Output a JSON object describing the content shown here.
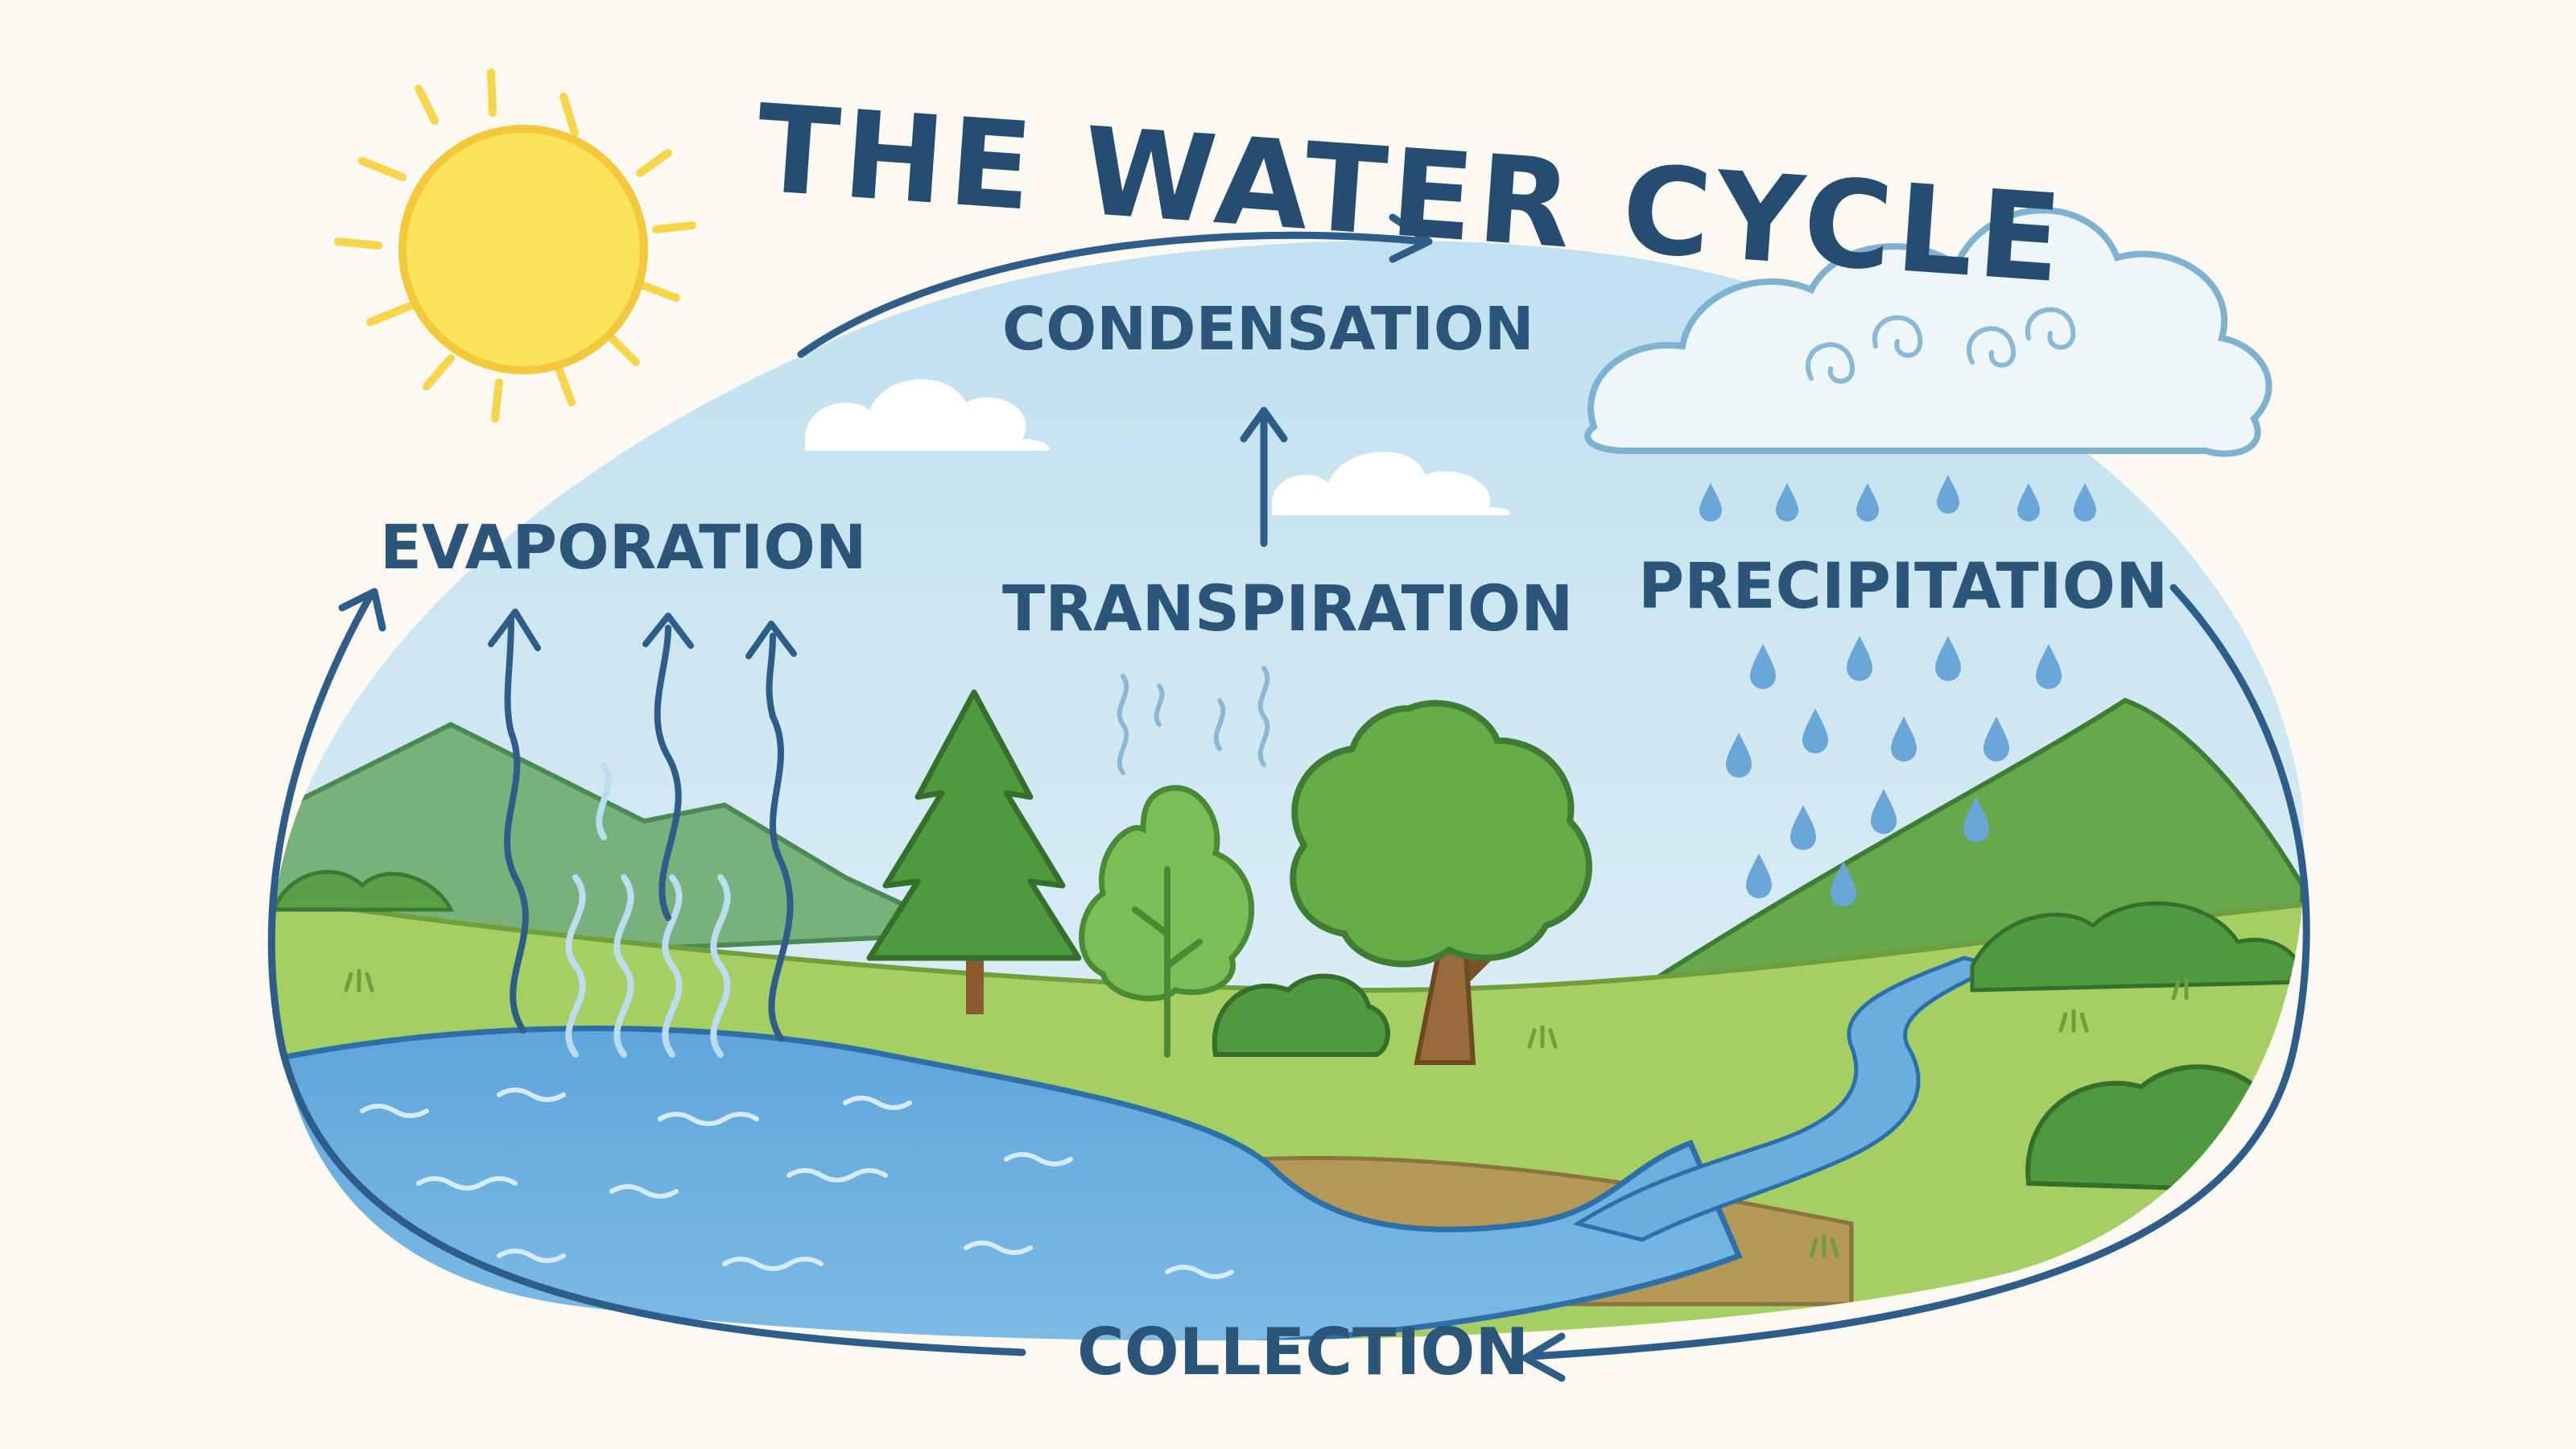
{
  "title": "THE WATER CYCLE",
  "labels": {
    "condensation": "CONDENSATION",
    "evaporation": "EVAPORATION",
    "transpiration": "TRANSPIRATION",
    "precipitation": "PRECIPITATION",
    "collection": "COLLECTION"
  },
  "colors": {
    "text": "#2b5579",
    "arrow": "#2d5d88",
    "sun": "#fbe35c",
    "sky": "#cfe8f3",
    "water": "#6aaee0",
    "grass": "#a6cf63",
    "forest": "#4f9a3f",
    "rain": "#6aa7d8"
  }
}
